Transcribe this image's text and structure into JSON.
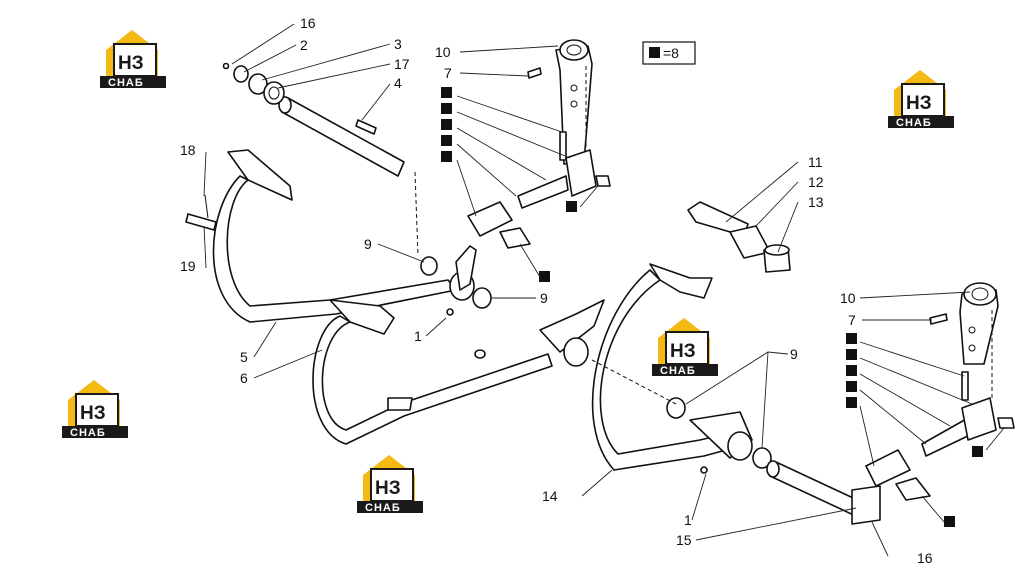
{
  "legend": {
    "value": "=8"
  },
  "watermark": {
    "main": "НЗ",
    "sub": "СНАБ"
  },
  "callouts": {
    "c16a": "16",
    "c2": "2",
    "c3": "3",
    "c17": "17",
    "c4": "4",
    "c10a": "10",
    "c7a": "7",
    "c18": "18",
    "c19": "19",
    "c9a": "9",
    "c9b": "9",
    "c1a": "1",
    "c5": "5",
    "c6": "6",
    "c11": "11",
    "c12": "12",
    "c13": "13",
    "c10b": "10",
    "c7b": "7",
    "c9c": "9",
    "c14": "14",
    "c1b": "1",
    "c15": "15",
    "c16b": "16"
  }
}
